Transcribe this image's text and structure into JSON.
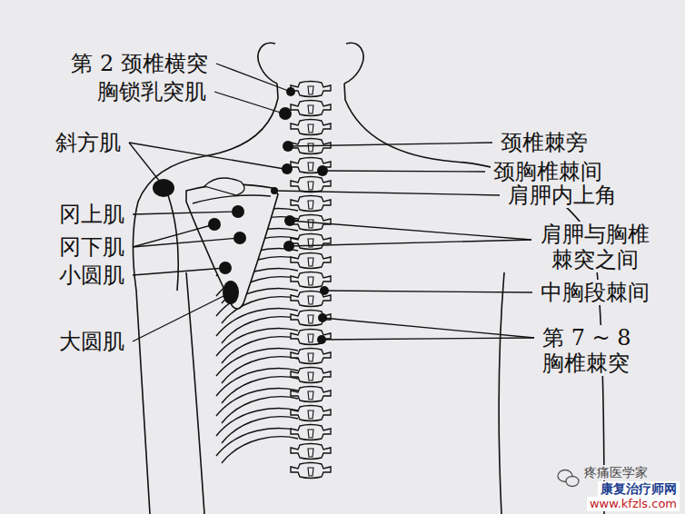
{
  "diagram": {
    "labels": [
      "第 2 颈椎横突",
      "胸锁乳突肌",
      "斜方肌",
      "冈上肌",
      "冈下肌",
      "小圆肌",
      "大圆肌",
      "颈椎棘旁",
      "颈胸椎棘间",
      "肩胛内上角",
      "肩胛与胸椎 棘突之间",
      "中胸段棘间",
      "第 7 ~ 8 胸椎棘突",
      "疼痛医学家",
      "康复治疗师网",
      "www.kfzls.com"
    ]
  }
}
